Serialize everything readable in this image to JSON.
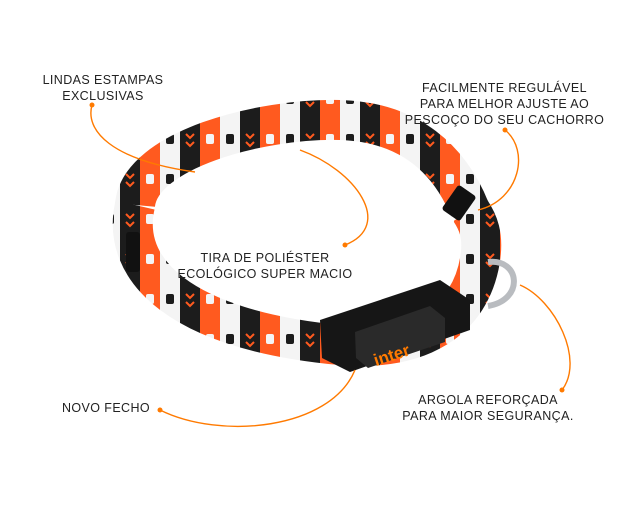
{
  "labels": {
    "estampas": [
      "LINDAS ESTAMPAS",
      "EXCLUSIVAS"
    ],
    "regulavel": [
      "FACILMENTE REGULÁVEL",
      "PARA MELHOR AJUSTE AO",
      "PESCOÇO DO SEU CACHORRO"
    ],
    "poliester": [
      "TIRA DE POLIÉSTER",
      "ECOLÓGICO SUPER MACIO"
    ],
    "fecho": [
      "NOVO FECHO"
    ],
    "argola": [
      "ARGOLA REFORÇADA",
      "PARA MAIOR SEGURANÇA."
    ]
  },
  "buckle_logo": "inter",
  "colors": {
    "accent": "#FF7A00",
    "strap_black": "#1c1c1c",
    "strap_orange": "#ff5a1f",
    "strap_white": "#f4f4f4",
    "ring": "#b9bcc0"
  }
}
